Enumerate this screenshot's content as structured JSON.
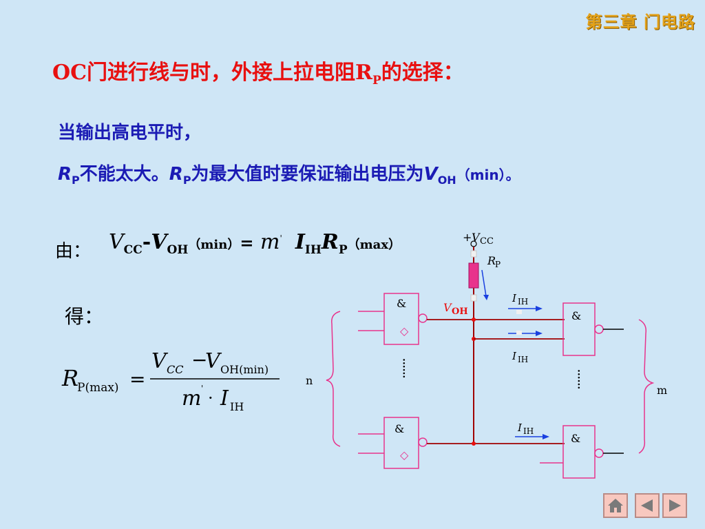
{
  "header": {
    "chapter": "第三章 门电路"
  },
  "title": {
    "text": "OC门进行线与时，外接上拉电阻R",
    "sub": "P",
    "suffix": "的选择："
  },
  "condition": {
    "line1": "当输出高电平时，"
  },
  "line2": {
    "r1": "R",
    "r1_sub": "P",
    "t1": "不能太大。",
    "r2": "R",
    "r2_sub": "P",
    "t2": "为最大值时要保证输出电压为",
    "v": "V",
    "v_sub": "OH",
    "t3": "（min）。"
  },
  "labels": {
    "you": "由：",
    "de": "得："
  },
  "formula1": {
    "vcc": "V",
    "vcc_sub": "CC",
    "minus": "-",
    "voh": "V",
    "voh_sub": "OH",
    "min": "（min）",
    "eq": "=",
    "m": "m",
    "prime": "'",
    "i": "I",
    "i_sub": "IH",
    "r": "R",
    "r_sub": "P",
    "max": "（max）"
  },
  "formula2": {
    "lhs": "R",
    "lhs_sub": "P(max)",
    "eq": "=",
    "num_v1": "V",
    "num_v1_sub": "CC",
    "num_minus": "−",
    "num_v2": "V",
    "num_v2_sub": "OH(min)",
    "den_m": "m",
    "den_prime": "'",
    "den_dot": "·",
    "den_i": "I",
    "den_i_sub": "IH"
  },
  "circuit": {
    "vcc_plus": "+",
    "vcc": "V",
    "vcc_sub": "CC",
    "rp": "R",
    "rp_sub": "P",
    "voh": "V",
    "voh_sub": "OH",
    "iih": "I",
    "iih_sub": "IH",
    "gate_symbol": "&",
    "oc_symbol": "◇",
    "n_label": "n",
    "m_label": "m",
    "dots": "······"
  },
  "nav": {
    "home": "home-icon",
    "prev": "prev-arrow-icon",
    "next": "next-arrow-icon",
    "fill": "#f8c8bf",
    "icon_color": "#7a7a7a"
  },
  "colors": {
    "background": "#cfe6f6",
    "title": "#e81010",
    "text_blue": "#1b1bb4",
    "chapter": "#e3a21a",
    "gate": "#e8338c",
    "wire": "#a00000",
    "arrow": "#1a40e0"
  }
}
